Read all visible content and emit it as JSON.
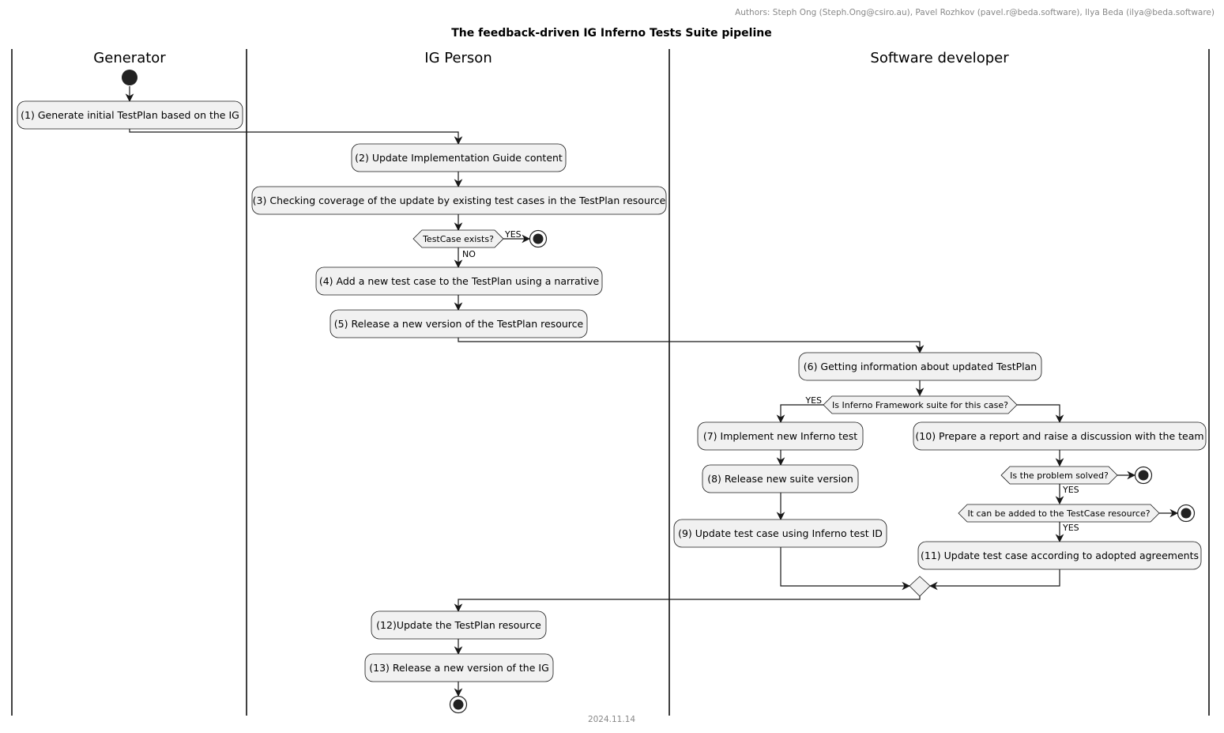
{
  "header": {
    "authors": "Authors: Steph Ong (Steph.Ong@csiro.au), Pavel Rozhkov (pavel.r@beda.software), Ilya Beda (ilya@beda.software)",
    "title": "The feedback-driven IG Inferno Tests Suite pipeline"
  },
  "lanes": [
    "Generator",
    "IG Person",
    "Software developer"
  ],
  "activities": {
    "a1": "(1) Generate initial TestPlan based on the IG",
    "a2": "(2) Update Implementation Guide content",
    "a3": "(3) Checking coverage of the update by existing test cases in the TestPlan resource",
    "a4": "(4) Add a new test case to the TestPlan using a narrative",
    "a5": "(5) Release a new version of the TestPlan resource",
    "a6": "(6) Getting information about updated TestPlan",
    "a7": "(7) Implement new Inferno test",
    "a8": "(8) Release new suite version",
    "a9": "(9) Update test case using Inferno test ID",
    "a10": "(10) Prepare a report and raise a discussion with the team",
    "a11": "(11) Update test case according to adopted agreements",
    "a12": "(12)Update the TestPlan resource",
    "a13": "(13) Release a new version of the IG"
  },
  "decisions": {
    "d1": "TestCase exists?",
    "d2": "Is Inferno Framework suite for this case?",
    "d3": "Is the problem solved?",
    "d4": "It can be added to the TestCase resource?"
  },
  "guards": {
    "d1_yes": "YES",
    "d1_no": "NO",
    "d2_yes": "YES",
    "d3_yes": "YES",
    "d4_yes": "YES"
  },
  "footer": {
    "date": "2024.11.14"
  }
}
